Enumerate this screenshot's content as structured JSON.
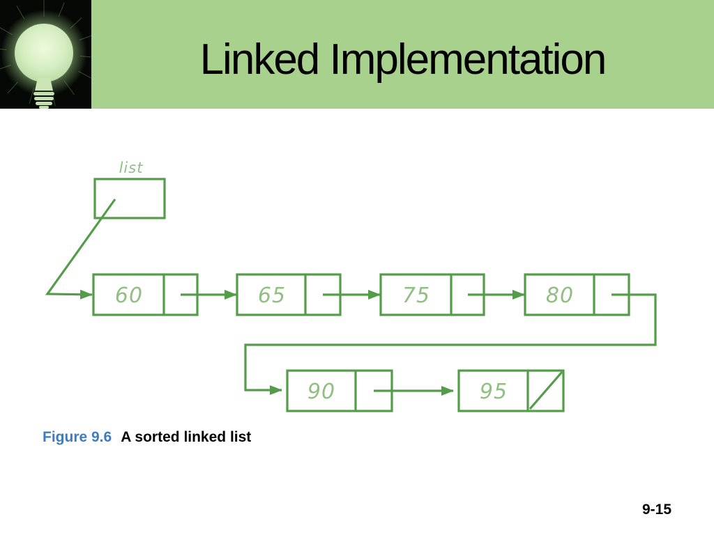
{
  "header": {
    "title": "Linked Implementation"
  },
  "diagram": {
    "pointer_label": "list",
    "nodes": [
      {
        "value": "60"
      },
      {
        "value": "65"
      },
      {
        "value": "75"
      },
      {
        "value": "80"
      },
      {
        "value": "90"
      },
      {
        "value": "95"
      }
    ],
    "last_node_pointer": "null (diagonal slash)"
  },
  "caption": {
    "figure_label": "Figure 9.6",
    "text": "A sorted linked list"
  },
  "footer": {
    "page_number": "9-15"
  },
  "colors": {
    "banner_green": "#a9d18e",
    "diagram_line_green": "#539d49",
    "diagram_value_green": "#91bf82",
    "figure_label_blue": "#3e7cc0",
    "title_black": "#000000"
  }
}
